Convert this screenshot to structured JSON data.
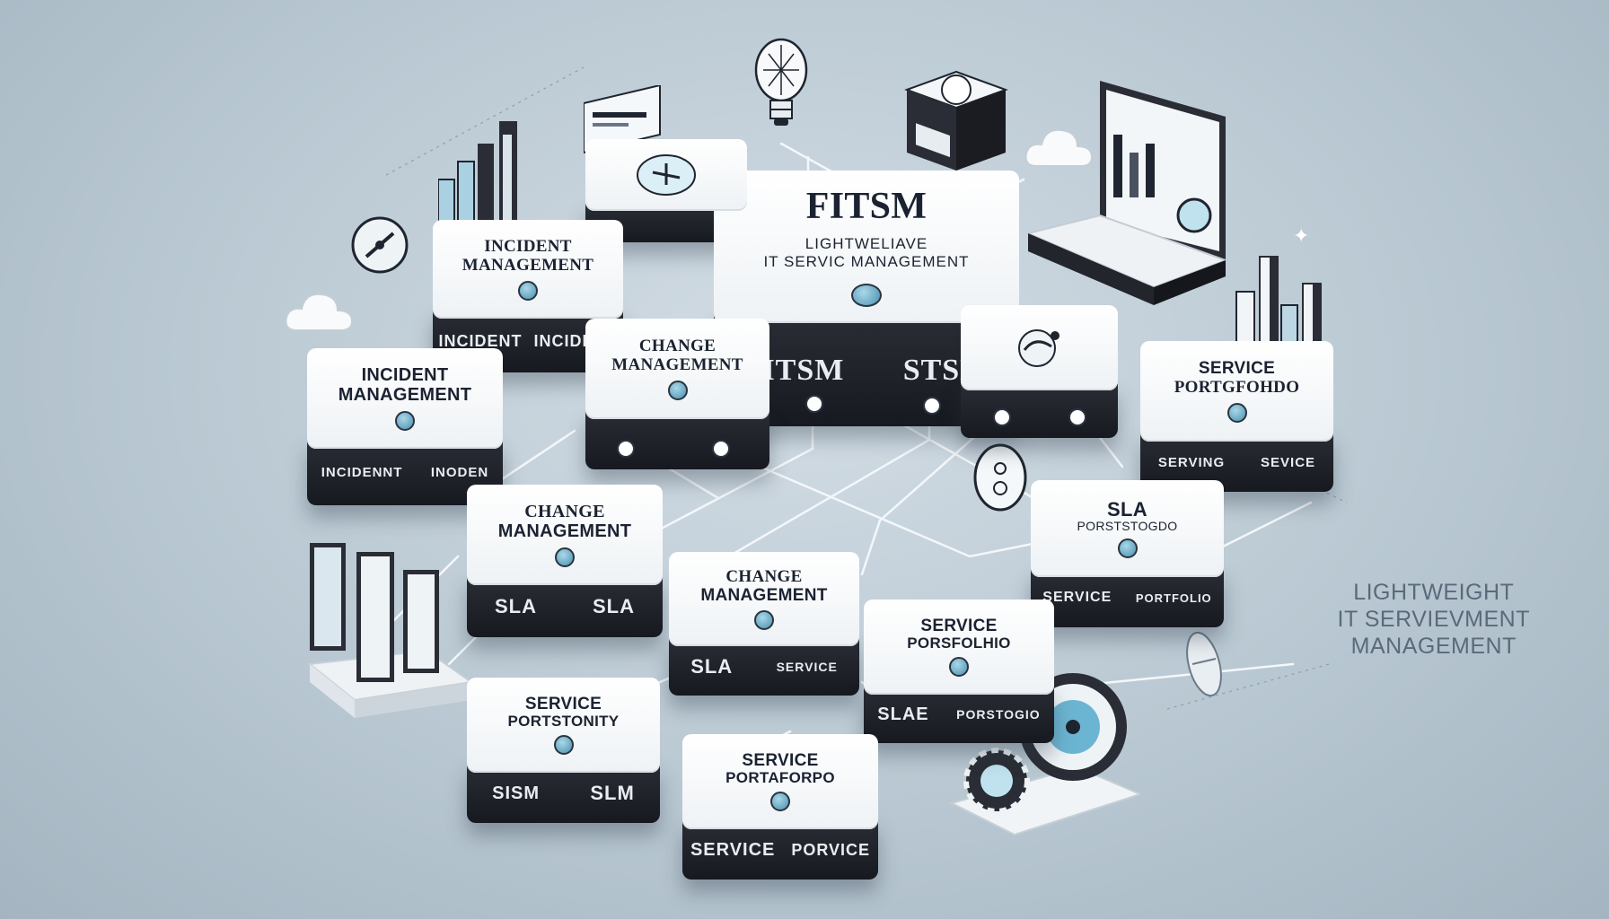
{
  "colors": {
    "background": "#b9c8d2",
    "tile_top": "#ffffff",
    "tile_side": "#1f2229",
    "accent": "#4c8fae",
    "text": "#1b2231"
  },
  "center": {
    "title": "FITSM",
    "subtitle_line1": "LIGHTWELIAVE",
    "subtitle_line2": "IT SERVIC MANAGEMENT",
    "side_left": "FITSM",
    "side_right": "STSM"
  },
  "nodes": {
    "incident_top": {
      "title_l1": "INCIDENT",
      "title_l2": "MANAGEMENT",
      "side_l": "INCIDENT",
      "side_r": "INCIDENT"
    },
    "incident_left": {
      "title_l1": "INCIDENT",
      "title_l2": "MANAGEMENT",
      "side_l": "INCIDENNT",
      "side_r": "INODEN"
    },
    "change_top": {
      "title_l1": "CHANGE",
      "title_l2": "MANAGEMENT"
    },
    "change_mid": {
      "title_l1": "CHANGE",
      "title_l2": "MANAGEMENT",
      "side_l": "SLA",
      "side_r": "SLA"
    },
    "change_low": {
      "title_l1": "CHANGE",
      "title_l2": "MANAGEMENT",
      "side_l": "SLA",
      "side_r": "SERVICE"
    },
    "service_right": {
      "title_l1": "SERVICE",
      "title_l2": "PORTGFOHDO",
      "side_l": "SERVING",
      "side_r": "SEVICE"
    },
    "sla_right": {
      "title_l1": "SLA",
      "title_l2": "PORSTSTOGDO",
      "side_l": "SERVICE",
      "side_r": "PORTFOLIO"
    },
    "service_mid": {
      "title_l1": "SERVICE",
      "title_l2": "PORSFOLHIO",
      "side_l": "SLAE",
      "side_r": "PORSTOGIO"
    },
    "service_low_left": {
      "title_l1": "SERVICE",
      "title_l2": "PORTSTONITY",
      "side_l": "SISM",
      "side_r": "SLM"
    },
    "service_low_mid": {
      "title_l1": "SERVICE",
      "title_l2": "PORTAFORPO",
      "side_l": "SERVICE",
      "side_r": "PORVICE"
    }
  },
  "right_text": {
    "line1": "LIGHTWEIGHT",
    "line2": "IT SERVIEVMENT",
    "line3": "MANAGEMENT"
  }
}
